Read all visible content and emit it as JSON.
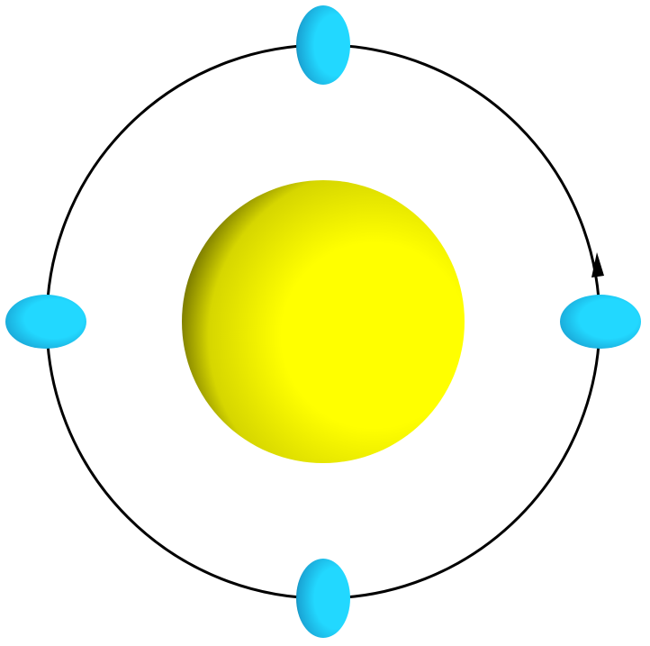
{
  "diagram": {
    "central_body": {
      "shape": "sphere",
      "color": "#ffff00",
      "shade_color": "#2a2a00"
    },
    "orbit": {
      "shape": "circle",
      "color": "#000000",
      "direction": "counterclockwise"
    },
    "orbiting_bodies": [
      {
        "name": "top",
        "shape": "ellipsoid",
        "orientation": "vertical",
        "color": "#22d8ff",
        "shade_color": "#0a4a66"
      },
      {
        "name": "right",
        "shape": "ellipsoid",
        "orientation": "horizontal",
        "color": "#22d8ff",
        "shade_color": "#0a4a66"
      },
      {
        "name": "bottom",
        "shape": "ellipsoid",
        "orientation": "vertical",
        "color": "#22d8ff",
        "shade_color": "#0a4a66"
      },
      {
        "name": "left",
        "shape": "ellipsoid",
        "orientation": "horizontal",
        "color": "#22d8ff",
        "shade_color": "#0a4a66"
      }
    ]
  }
}
